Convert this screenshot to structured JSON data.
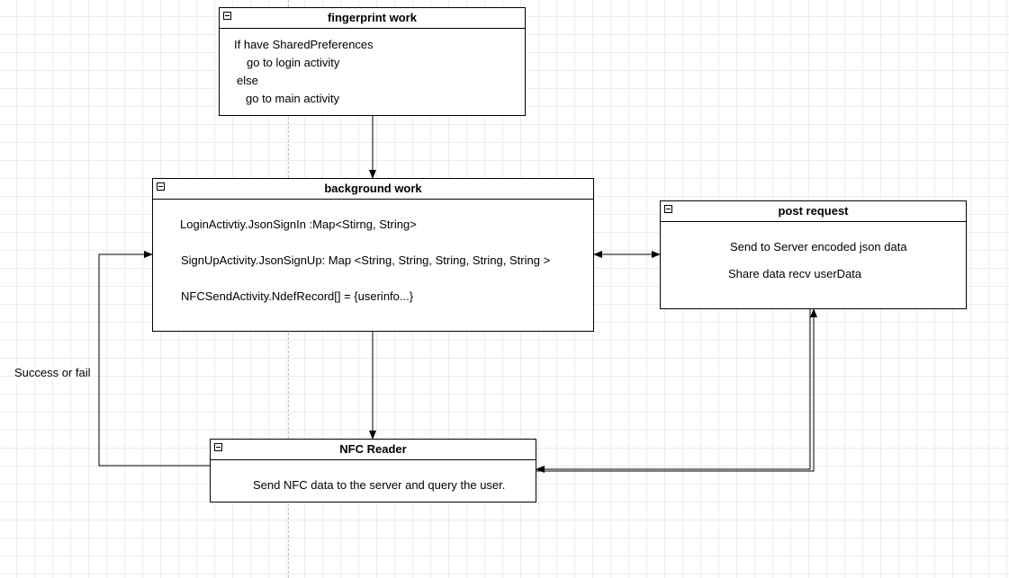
{
  "nodes": {
    "fingerprint": {
      "title": "fingerprint work",
      "lines": [
        "If have SharedPreferences",
        "go to login activity",
        "else",
        "go to main activity"
      ]
    },
    "background": {
      "title": "background work",
      "lines": [
        "LoginActivtiy.JsonSignIn :Map<Stirng, String>",
        "SignUpActivity.JsonSignUp: Map <String, String, String, String, String >",
        "NFCSendActivity.NdefRecord[] = {userinfo...}"
      ]
    },
    "post": {
      "title": "post request",
      "lines": [
        "Send to Server encoded json data",
        "Share data recv userData"
      ]
    },
    "nfc": {
      "title": "NFC Reader",
      "lines": [
        "Send NFC data to the server and query the user."
      ]
    }
  },
  "edges": {
    "success_label": "Success or fail"
  }
}
